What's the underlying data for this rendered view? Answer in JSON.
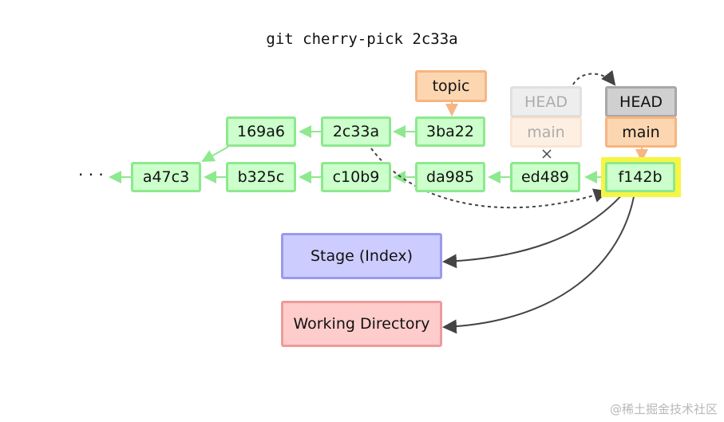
{
  "command": "git cherry-pick 2c33a",
  "commits": {
    "a47c3": "a47c3",
    "b325c": "b325c",
    "c10b9": "c10b9",
    "da985": "da985",
    "ed489": "ed489",
    "f142b": "f142b",
    "169a6": "169a6",
    "2c33a": "2c33a",
    "3ba22": "3ba22"
  },
  "refs": {
    "topic": "topic",
    "old_head": "HEAD",
    "old_main": "main",
    "new_head": "HEAD",
    "new_main": "main"
  },
  "ellipsis": "· · ·",
  "areas": {
    "stage": "Stage (Index)",
    "working_directory": "Working Directory"
  },
  "watermark": "@稀土掘金技术社区",
  "colors": {
    "commit_fill": "#ccffcc",
    "commit_border": "#8ee88e",
    "ref_fill": "#fcd6b0",
    "head_fill": "#d0d0d0",
    "highlight": "#f6f542",
    "stage_fill": "#ccccff",
    "workdir_fill": "#ffcccc"
  }
}
